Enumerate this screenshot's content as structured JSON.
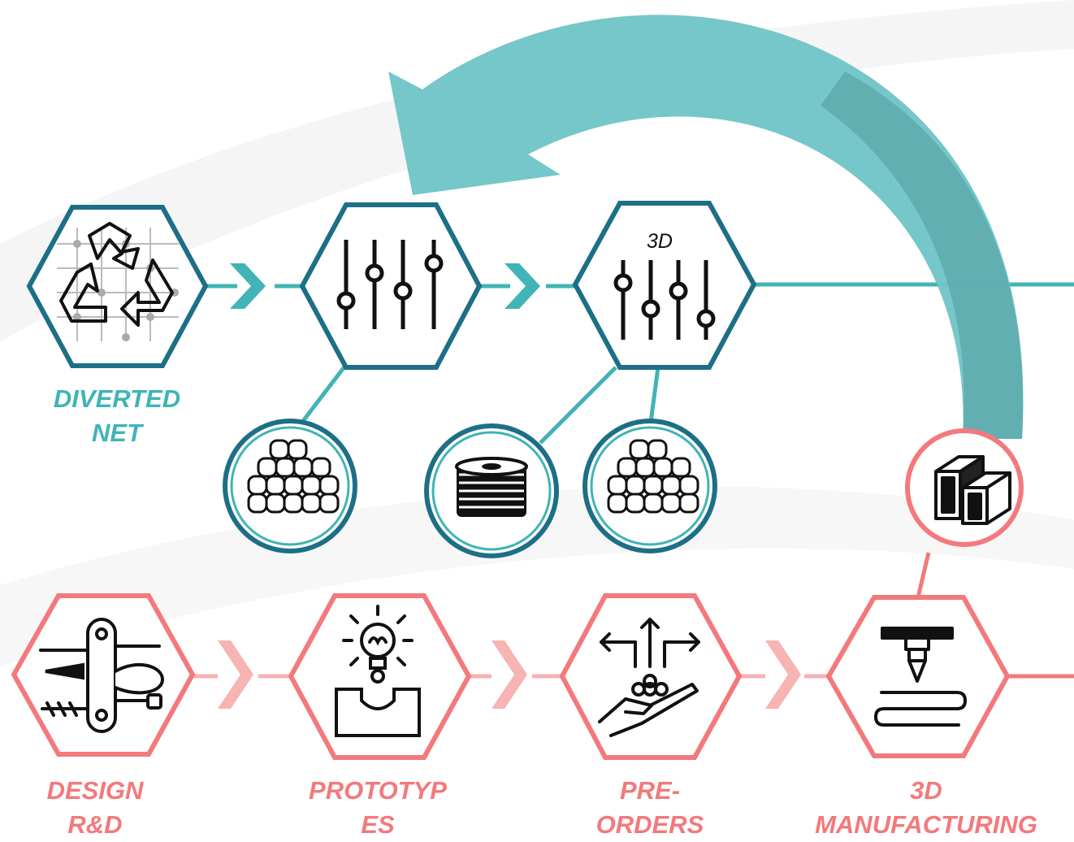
{
  "colors": {
    "teal_dark": "#1d6f87",
    "teal": "#40b4b6",
    "teal_arrow": "#6ec4c6",
    "pink": "#f3797c",
    "pink_light": "#f8b3b3"
  },
  "top_row": {
    "label_color": "#40b4b6",
    "steps": [
      {
        "icon": "recycle-icon",
        "label_lines": [
          "DIVERTED",
          "NET"
        ]
      },
      {
        "icon": "sliders-icon",
        "label_lines": []
      },
      {
        "icon": "sliders-3d-icon",
        "tag": "3D",
        "label_lines": []
      }
    ],
    "outputs": [
      {
        "icon": "pellets-icon"
      },
      {
        "icon": "filament-spool-icon"
      },
      {
        "icon": "pellets-icon"
      }
    ]
  },
  "bottom_row": {
    "label_color": "#f3797c",
    "steps": [
      {
        "icon": "multitool-icon",
        "label_lines": [
          "DESIGN",
          "R&D"
        ]
      },
      {
        "icon": "idea-prototype-icon",
        "label_lines": [
          "PROTOTYP",
          "ES"
        ]
      },
      {
        "icon": "hand-distribution-icon",
        "label_lines": [
          "PRE-",
          "ORDERS"
        ]
      },
      {
        "icon": "3d-printer-icon",
        "label_lines": [
          "3D",
          "MANUFACTURING"
        ]
      }
    ],
    "outputs": [
      {
        "icon": "printed-parts-icon"
      }
    ]
  },
  "flow_arrow": {
    "icon": "return-loop-arrow",
    "meaning": ""
  }
}
